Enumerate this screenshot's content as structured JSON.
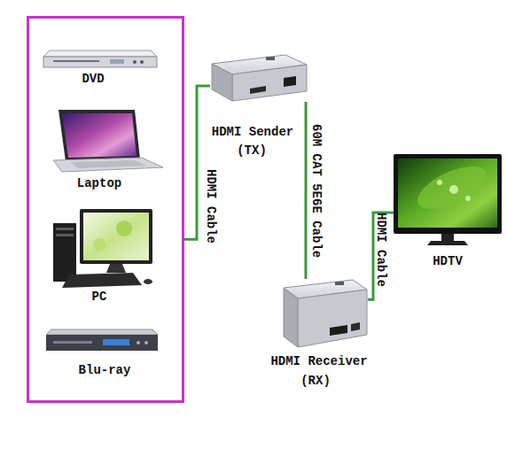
{
  "diagram": {
    "nodes": [
      {
        "text": []
      },
      {
        "text": [
          "DVD"
        ],
        "in": 0
      },
      {
        "text": [
          "Laptop"
        ],
        "in": 0
      },
      {
        "text": [
          "PC"
        ],
        "in": 0
      },
      {
        "text": [
          "Blu-ray"
        ],
        "in": 0
      },
      {
        "text": [
          "HDMI Sender",
          "(TX)"
        ]
      },
      {
        "text": [
          "HDMI Receiver",
          "(RX)"
        ]
      },
      {
        "text": [
          "HDTV"
        ]
      }
    ],
    "edges": [
      {
        "from": 0,
        "to": 5,
        "arrow": "none",
        "label": "HDMI Cable"
      },
      {
        "from": 5,
        "to": 6,
        "arrow": "none",
        "label": "60M CAT 5E6E Cable"
      },
      {
        "from": 6,
        "to": 7,
        "arrow": "none",
        "label": "HDMI Cable"
      }
    ]
  }
}
